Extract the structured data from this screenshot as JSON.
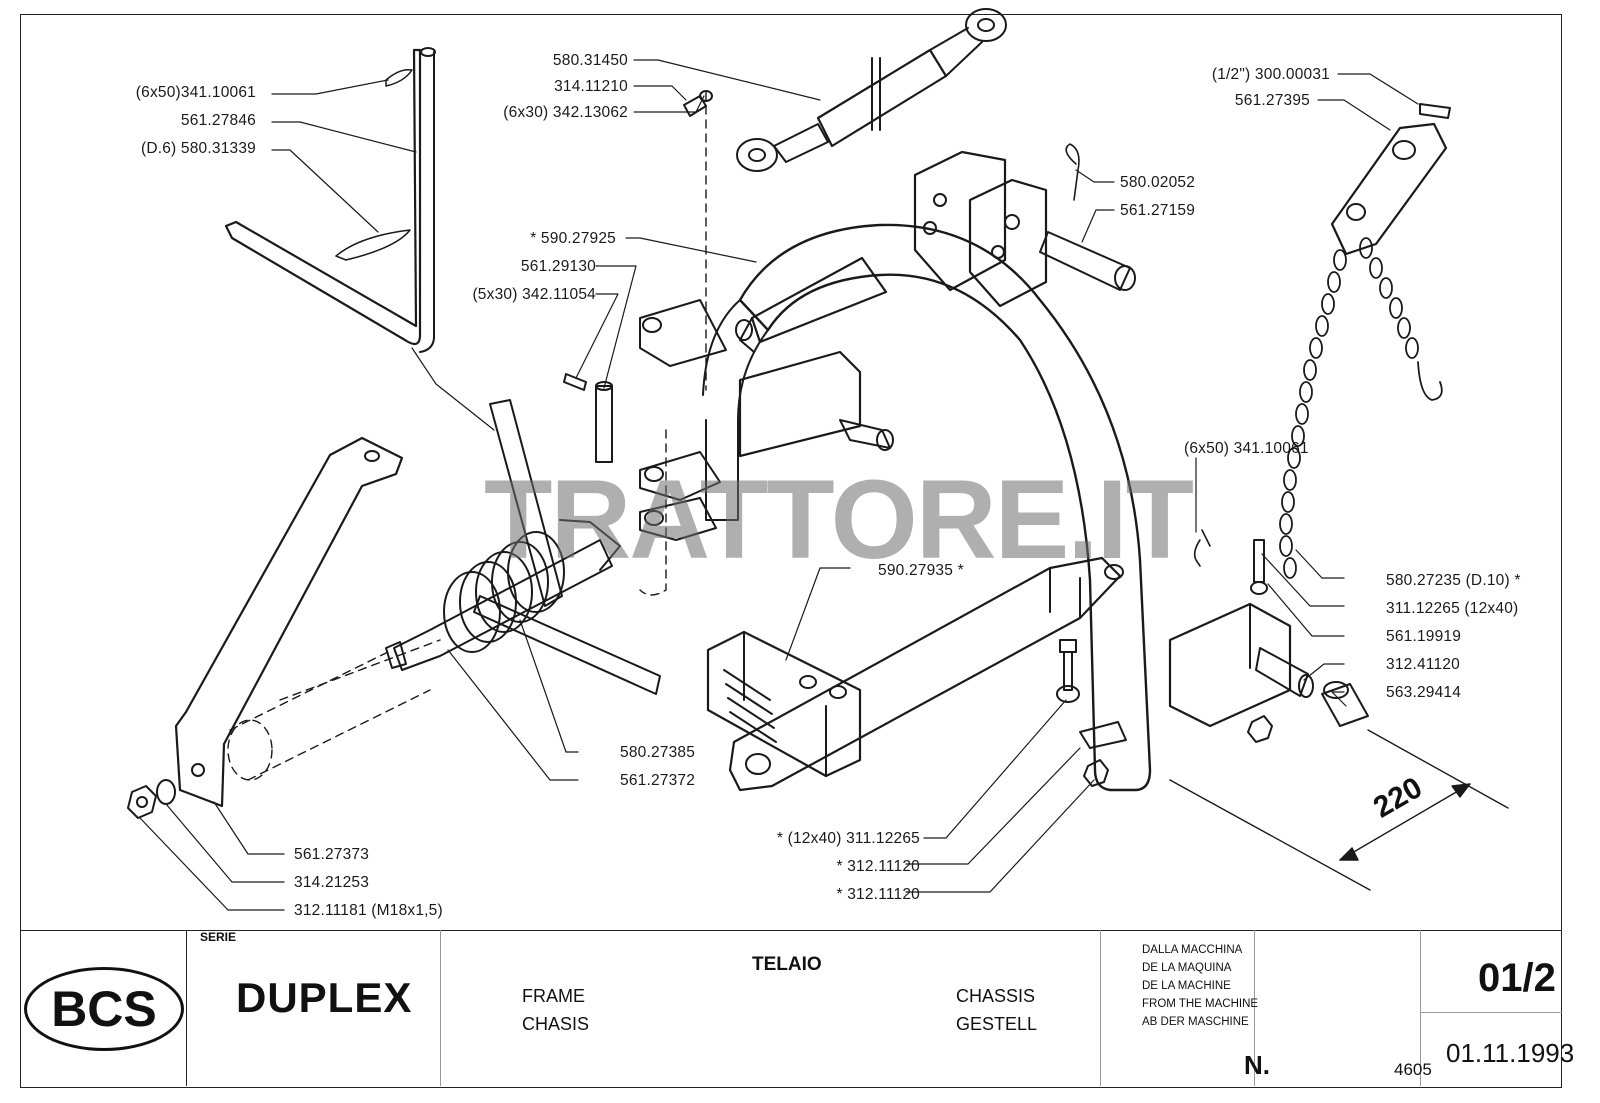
{
  "callouts": [
    {
      "id": "c1",
      "text": "(6x50)341.10061"
    },
    {
      "id": "c2",
      "text": "561.27846"
    },
    {
      "id": "c3",
      "text": "(D.6) 580.31339"
    },
    {
      "id": "c4",
      "text": "580.31450"
    },
    {
      "id": "c5",
      "text": "314.11210"
    },
    {
      "id": "c6",
      "text": "(6x30) 342.13062"
    },
    {
      "id": "c7",
      "text": "* 590.27925"
    },
    {
      "id": "c8",
      "text": "561.29130"
    },
    {
      "id": "c9",
      "text": "(5x30) 342.11054"
    },
    {
      "id": "c10",
      "text": "580.02052"
    },
    {
      "id": "c11",
      "text": "561.27159"
    },
    {
      "id": "c12",
      "text": "(1/2\") 300.00031"
    },
    {
      "id": "c13",
      "text": "561.27395"
    },
    {
      "id": "c14",
      "text": "(6x50) 341.10061"
    },
    {
      "id": "c15",
      "text": "590.27935 *"
    },
    {
      "id": "c16",
      "text": "580.27235 (D.10) *"
    },
    {
      "id": "c17",
      "text": "311.12265 (12x40)"
    },
    {
      "id": "c18",
      "text": "561.19919"
    },
    {
      "id": "c19",
      "text": "312.41120"
    },
    {
      "id": "c20",
      "text": "563.29414"
    },
    {
      "id": "c21",
      "text": "580.27385"
    },
    {
      "id": "c22",
      "text": "561.27372"
    },
    {
      "id": "c23",
      "text": "* (12x40) 311.12265"
    },
    {
      "id": "c24",
      "text": "* 312.11120"
    },
    {
      "id": "c25",
      "text": "* 312.11120"
    },
    {
      "id": "c26",
      "text": "561.27373"
    },
    {
      "id": "c27",
      "text": "314.21253"
    },
    {
      "id": "c28",
      "text": "312.11181 (M18x1,5)"
    }
  ],
  "dimension": {
    "value": "220"
  },
  "watermark": "TRATTORE.IT",
  "title_block": {
    "logo": "BCS",
    "serie_label": "SERIE",
    "model": "DUPLEX",
    "title_it": "TELAIO",
    "title_en": "FRAME",
    "title_es": "CHASIS",
    "title_fr": "CHASSIS",
    "title_de": "GESTELL",
    "from_machine": [
      "DALLA MACCHINA",
      "DE LA MAQUINA",
      "DE LA MACHINE",
      "FROM THE MACHINE",
      "AB DER MASCHINE"
    ],
    "number_label": "N.",
    "machine_number": "4605",
    "sheet": "01/2",
    "date": "01.11.1993"
  },
  "colors": {
    "ink": "#1a1a1a",
    "paper": "#ffffff",
    "watermark": "#6e6e6e"
  }
}
